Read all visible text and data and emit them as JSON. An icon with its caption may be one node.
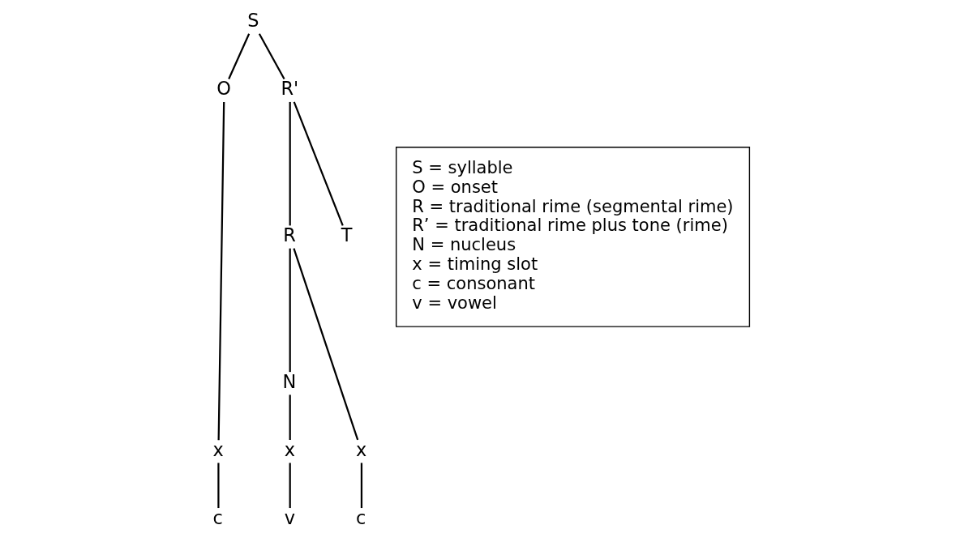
{
  "diagram": {
    "nodes": [
      {
        "text": [
          "S"
        ]
      },
      {
        "text": [
          "O"
        ]
      },
      {
        "text": [
          "R'"
        ]
      },
      {
        "text": [
          "R"
        ]
      },
      {
        "text": [
          "T"
        ]
      },
      {
        "text": [
          "N"
        ]
      },
      {
        "text": [
          "x"
        ]
      },
      {
        "text": [
          "x"
        ]
      },
      {
        "text": [
          "x"
        ]
      },
      {
        "text": [
          "c"
        ]
      },
      {
        "text": [
          "v"
        ]
      },
      {
        "text": [
          "c"
        ]
      },
      {
        "text": [
          "S = syllable",
          "O = onset",
          "R = traditional rime (segmental rime)",
          "R’ = traditional rime plus tone (rime)",
          "N = nucleus",
          "x = timing slot",
          "c = consonant",
          "v = vowel"
        ]
      }
    ],
    "edges": [
      {
        "from": 0,
        "to": 1,
        "arrow": "none"
      },
      {
        "from": 0,
        "to": 2,
        "arrow": "none"
      },
      {
        "from": 1,
        "to": 6,
        "arrow": "none"
      },
      {
        "from": 2,
        "to": 3,
        "arrow": "none"
      },
      {
        "from": 2,
        "to": 4,
        "arrow": "none"
      },
      {
        "from": 3,
        "to": 5,
        "arrow": "none"
      },
      {
        "from": 3,
        "to": 8,
        "arrow": "none"
      },
      {
        "from": 5,
        "to": 7,
        "arrow": "none"
      },
      {
        "from": 6,
        "to": 9,
        "arrow": "none"
      },
      {
        "from": 7,
        "to": 10,
        "arrow": "none"
      },
      {
        "from": 8,
        "to": 11,
        "arrow": "none"
      }
    ]
  }
}
